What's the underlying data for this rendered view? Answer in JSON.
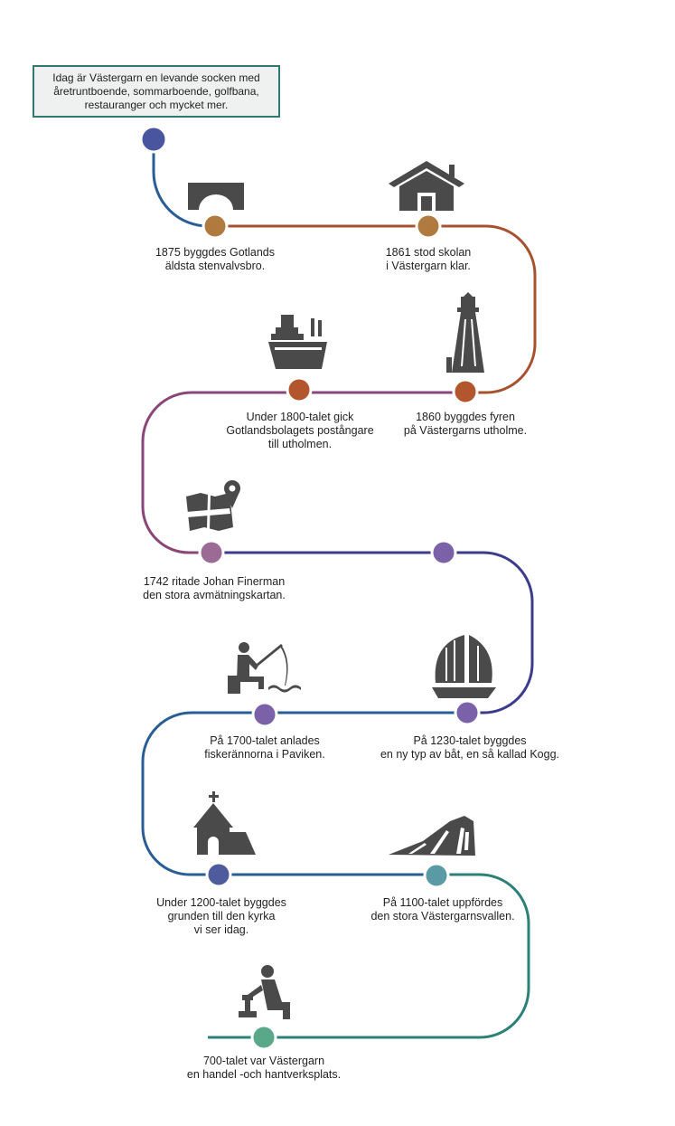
{
  "intro": {
    "line1": "Idag är Västergarn en levande socken med",
    "line2": "åretruntboende, sommarboende, golfbana,",
    "line3": "restauranger och mycket mer."
  },
  "colors": {
    "blue": "#2a5d95",
    "rust": "#a7522e",
    "plum": "#8a4677",
    "indigo": "#3c3b8e",
    "teal": "#2b8077",
    "node_start": "#4a55a0",
    "node_brown": "#b07a3e",
    "node_rust": "#b3562e",
    "node_mauve": "#9b6b95",
    "node_purple": "#7b62a8",
    "node_slate": "#4e5c9e",
    "node_teal": "#5a9aa4",
    "node_green": "#5aa88a",
    "icon": "#4a4a4a"
  },
  "events": [
    {
      "id": "bridge",
      "icon": "stone-bridge-icon",
      "line1": "1875 byggdes Gotlands",
      "line2": "äldsta stenvalvsbro."
    },
    {
      "id": "school",
      "icon": "school-house-icon",
      "line1": "1861 stod skolan",
      "line2": "i Västergarn klar."
    },
    {
      "id": "ship",
      "icon": "mail-ship-icon",
      "line1": "Under 1800-talet gick",
      "line2": "Gotlandsbolagets postångare",
      "line3": "till utholmen."
    },
    {
      "id": "lighthouse",
      "icon": "lighthouse-icon",
      "line1": "1860 byggdes fyren",
      "line2": "på Västergarns utholme."
    },
    {
      "id": "map",
      "icon": "map-pin-icon",
      "line1": "1742 ritade Johan Finerman",
      "line2": "den stora avmätningskartan."
    },
    {
      "id": "fishing",
      "icon": "fisherman-icon",
      "line1": "På 1700-talet anlades",
      "line2": "fiskerännorna i Paviken."
    },
    {
      "id": "cog",
      "icon": "sailboat-icon",
      "line1": "På 1230-talet byggdes",
      "line2": "en ny typ av båt, en så kallad Kogg."
    },
    {
      "id": "church",
      "icon": "church-icon",
      "line1": "Under 1200-talet byggdes",
      "line2": "grunden till den kyrka",
      "line3": "vi ser idag."
    },
    {
      "id": "rampart",
      "icon": "rampart-icon",
      "line1": "På 1100-talet uppfördes",
      "line2": "den stora Västergarnsvallen."
    },
    {
      "id": "trade",
      "icon": "craftsman-icon",
      "line1": "700-talet var Västergarn",
      "line2": "en handel -och hantverksplats."
    }
  ]
}
